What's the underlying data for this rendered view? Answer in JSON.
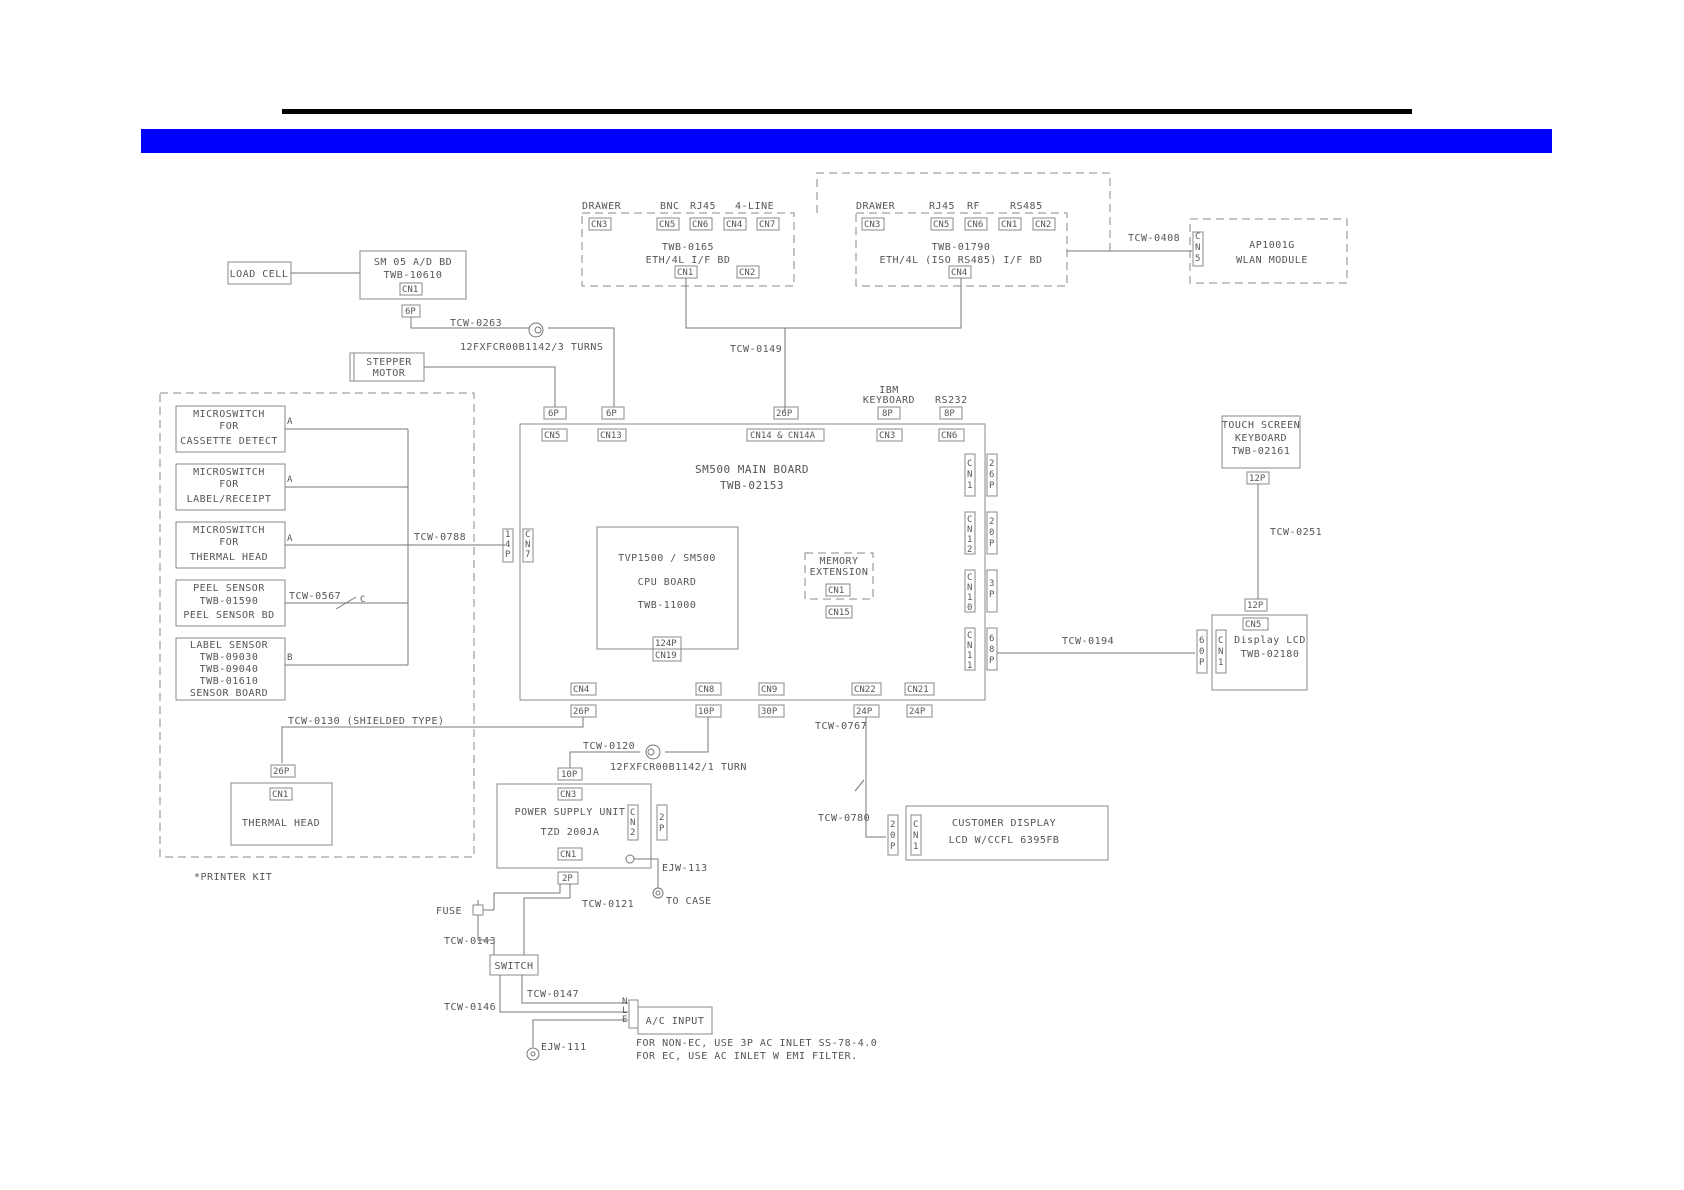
{
  "colors": {
    "rule": "#000000",
    "band": "#0000ff",
    "line": "#777777"
  },
  "labels": {
    "drawer_a": "DRAWER",
    "bnc": "BNC",
    "rj45_a": "RJ45",
    "fourline": "4-LINE",
    "cn3_a": "CN3",
    "cn5_a": "CN5",
    "cn6_a": "CN6",
    "cn4_a": "CN4",
    "cn7_a": "CN7",
    "ethA_1": "TWB-0165",
    "ethA_2": "ETH/4L I/F BD",
    "cn1_a": "CN1",
    "cn2_a": "CN2",
    "drawer_b": "DRAWER",
    "rj45_b": "RJ45",
    "rf": "RF",
    "rs485": "RS485",
    "cn3_b": "CN3",
    "cn5_b": "CN5",
    "cn6_b": "CN6",
    "cn1_b": "CN1",
    "cn2_b": "CN2",
    "ethB_1": "TWB-01790",
    "ethB_2": "ETH/4L (ISO RS485) I/F BD",
    "cn4_b": "CN4",
    "tcw0408": "TCW-0408",
    "wlan_cn": "CN5",
    "wlan_1": "AP1001G",
    "wlan_2": "WLAN MODULE",
    "loadcell": "LOAD CELL",
    "ad_1": "SM 05 A/D BD",
    "ad_2": "TWB-10610",
    "ad_cn": "CN1",
    "p6_ad": "6P",
    "tcw0263": "TCW-0263",
    "ferrite1": "12FXFCR00B1142/3 TURNS",
    "tcw0149": "TCW-0149",
    "stepper_1": "STEPPER",
    "stepper_2": "MOTOR",
    "ms1_1": "MICROSWITCH",
    "ms1_2": "FOR",
    "ms1_3": "CASSETTE DETECT",
    "ms1_a": "A",
    "ms2_1": "MICROSWITCH",
    "ms2_2": "FOR",
    "ms2_3": "LABEL/RECEIPT",
    "ms2_a": "A",
    "ms3_1": "MICROSWITCH",
    "ms3_2": "FOR",
    "ms3_3": "THERMAL HEAD",
    "ms3_a": "A",
    "peel_1": "PEEL SENSOR",
    "peel_2": "TWB-01590",
    "peel_3": "PEEL SENSOR BD",
    "tcw0567": "TCW-0567",
    "c_mark": "C",
    "ls_1": "LABEL SENSOR",
    "ls_2": "TWB-09030",
    "ls_3": "TWB-09040",
    "ls_4": "TWB-01610",
    "ls_5": "SENSOR BOARD",
    "b_mark": "B",
    "tcw0788": "TCW-0788",
    "p14": "14P",
    "cn7_main": "CN7",
    "p6_cn5": "6P",
    "p6_cn13": "6P",
    "p26_cn14": "26P",
    "ibm_1": "IBM",
    "ibm_2": "KEYBOARD",
    "p8_cn3": "8P",
    "rs232": "RS232",
    "p8_cn6": "8P",
    "main_cn5": "CN5",
    "main_cn13": "CN13",
    "main_cn14": "CN14 & CN14A",
    "main_cn3": "CN3",
    "main_cn6": "CN6",
    "main_1": "SM500 MAIN BOARD",
    "main_2": "TWB-02153",
    "rcn1": "CN1",
    "rp26": "26P",
    "rcn12": "CN12",
    "rp20": "20P",
    "rcn10": "CN10",
    "rp3": "3P",
    "rcn11": "CN11",
    "rp68": "68P",
    "cpu_1": "TVP1500 / SM500",
    "cpu_2": "CPU BOARD",
    "cpu_3": "TWB-11000",
    "cpu_p": "124P",
    "cpu_cn": "CN19",
    "mem_1": "MEMORY",
    "mem_2": "EXTENSION",
    "mem_cn1": "CN1",
    "mem_cn15": "CN15",
    "bcn4": "CN4",
    "bcn8": "CN8",
    "bcn9": "CN9",
    "bcn22": "CN22",
    "bcn21": "CN21",
    "bp26": "26P",
    "bp10": "10P",
    "bp30": "30P",
    "bp24a": "24P",
    "bp24b": "24P",
    "tcw0194": "TCW-0194",
    "lcd_p": "60P",
    "lcd_cn1": "CN1",
    "lcd_cn5": "CN5",
    "lcd_1": "Display LCD",
    "lcd_2": "TWB-02180",
    "ts_1": "TOUCH SCREEN",
    "ts_2": "KEYBOARD",
    "ts_3": "TWB-02161",
    "ts_p": "12P",
    "tcw0251": "TCW-0251",
    "lcd_p12": "12P",
    "tcw0130": "TCW-0130 (SHIELDED TYPE)",
    "th_p": "26P",
    "th_cn": "CN1",
    "th_1": "THERMAL HEAD",
    "kit": "*PRINTER KIT",
    "tcw0120": "TCW-0120",
    "ferrite2": "12FXFCR00B1142/1 TURN",
    "psu_p10": "10P",
    "psu_cn3": "CN3",
    "psu_1": "POWER SUPPLY UNIT",
    "psu_2": "TZD 200JA",
    "psu_cn1": "CN1",
    "psu_cn2": "CN2",
    "psu_p2": "2P",
    "ejw113": "EJW-113",
    "tocase": "TO CASE",
    "psu_bot": "2P",
    "tcw0767": "TCW-0767",
    "tcw0780": "TCW-0780",
    "cd_p": "20P",
    "cd_cn": "CN1",
    "cd_1": "CUSTOMER DISPLAY",
    "cd_2": "LCD W/CCFL 6395FB",
    "fuse": "FUSE",
    "tcw0121": "TCW-0121",
    "tcw0143": "TCW-0143",
    "switch": "SWITCH",
    "tcw0146": "TCW-0146",
    "tcw0147": "TCW-0147",
    "n": "N",
    "l": "L",
    "e": "E",
    "ac": "A/C INPUT",
    "ejw111": "EJW-111",
    "note1": "FOR NON-EC, USE 3P AC INLET SS-78-4.0",
    "note2": "FOR EC, USE AC INLET W EMI FILTER."
  }
}
